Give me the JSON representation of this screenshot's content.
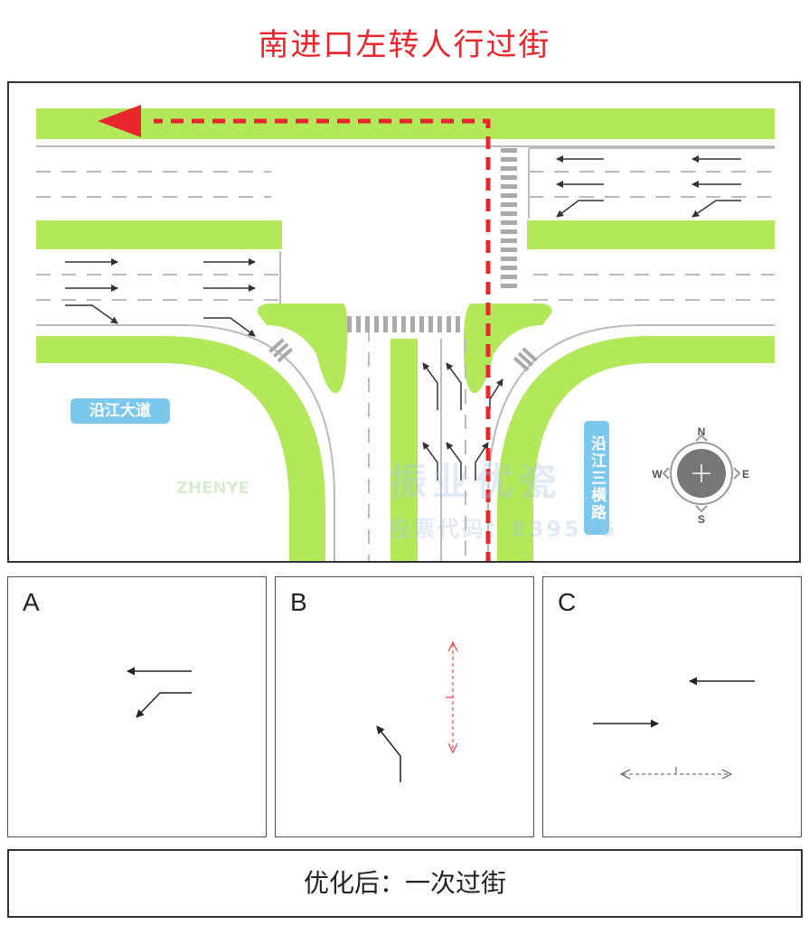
{
  "title": "南进口左转人行过街",
  "roads": {
    "west": "沿江大道",
    "east": "沿江三横路"
  },
  "compass": {
    "n": "N",
    "s": "S",
    "e": "E",
    "w": "W"
  },
  "watermark": {
    "brand": "振业优瓷",
    "code": "股票代码：839576",
    "logo": "ZHENYE"
  },
  "panels": [
    {
      "label": "A"
    },
    {
      "label": "B"
    },
    {
      "label": "C"
    }
  ],
  "footer": "优化后：一次过街",
  "colors": {
    "green": "#b3e85a",
    "red_path": "#e8262b",
    "road_label": "#7cc8ec"
  }
}
